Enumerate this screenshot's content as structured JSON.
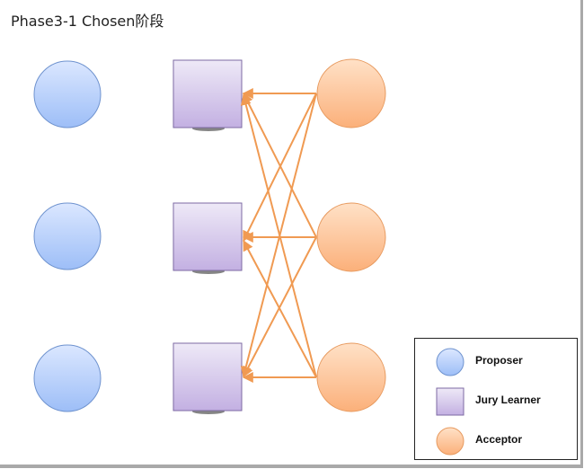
{
  "title": "Phase3-1 Chosen阶段",
  "legend": {
    "proposer": "Proposer",
    "jury_learner": "Jury Learner",
    "acceptor": "Acceptor"
  },
  "colors": {
    "proposer_fill_top": "#dbe7ff",
    "proposer_fill_bottom": "#9dbef7",
    "proposer_stroke": "#6f93cf",
    "learner_fill_top": "#eee9f7",
    "learner_fill_bottom": "#c3b0e2",
    "learner_stroke": "#7d6aa3",
    "acceptor_fill_top": "#ffe1c7",
    "acceptor_fill_bottom": "#fbb07a",
    "acceptor_stroke": "#e79a5f",
    "arrow": "#f09a52"
  }
}
